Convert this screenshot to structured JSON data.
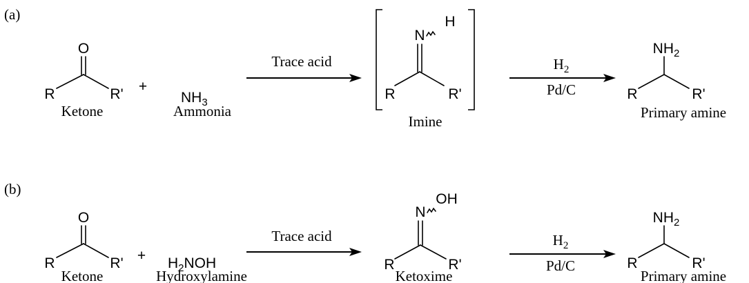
{
  "scheme_a": {
    "panel_label": "(a)",
    "reactant": {
      "o": "O",
      "r": "R",
      "r_prime": "R'",
      "name": "Ketone"
    },
    "plus": "+",
    "reagent": {
      "formula_main": "NH",
      "formula_sub": "3",
      "name": "Ammonia"
    },
    "arrow1": {
      "label_top": "Trace acid"
    },
    "intermediate": {
      "n": "N",
      "h": "H",
      "r": "R",
      "r_prime": "R'",
      "name": "Imine"
    },
    "arrow2": {
      "label_top_main": "H",
      "label_top_sub": "2",
      "label_bottom": "Pd/C"
    },
    "product": {
      "nh2_main": "NH",
      "nh2_sub": "2",
      "r": "R",
      "r_prime": "R'",
      "name": "Primary amine"
    }
  },
  "scheme_b": {
    "panel_label": "(b)",
    "reactant": {
      "o": "O",
      "r": "R",
      "r_prime": "R'",
      "name": "Ketone"
    },
    "plus": "+",
    "reagent": {
      "formula_pre": "H",
      "formula_sub": "2",
      "formula_post": "NOH",
      "name": "Hydroxylamine"
    },
    "arrow1": {
      "label_top": "Trace acid"
    },
    "intermediate": {
      "n": "N",
      "oh": "OH",
      "r": "R",
      "r_prime": "R'",
      "name": "Ketoxime"
    },
    "arrow2": {
      "label_top_main": "H",
      "label_top_sub": "2",
      "label_bottom": "Pd/C"
    },
    "product": {
      "nh2_main": "NH",
      "nh2_sub": "2",
      "r": "R",
      "r_prime": "R'",
      "name": "Primary amine"
    }
  }
}
